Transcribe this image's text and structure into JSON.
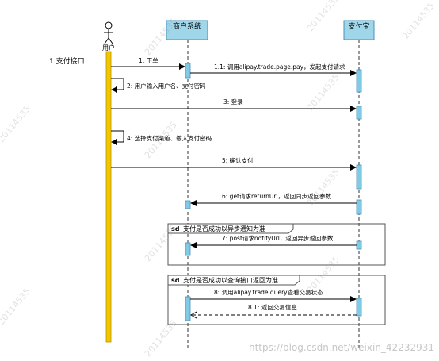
{
  "actors": {
    "user": "用户",
    "merchant": "商户系统",
    "alipay": "支付宝"
  },
  "section_label": "1.支付接口",
  "messages": {
    "m1": "1: 下单",
    "m11": "1.1: 调用alipay.trade.page.pay，发起支付请求",
    "m2": "2: 用户输入用户名、支付密码",
    "m3": "3:   登录",
    "m4": "4: 选择支付渠道、输入支付密码",
    "m5": "5: 确认支付",
    "m6": "6: get请求returnUrl，返回同步返回参数",
    "m7": "7: post请求notifyUrl，返回异步返回参数",
    "m8": "8: 调用alipay.trade.query查看交易状态",
    "m81": "8.1: 返回交易信息"
  },
  "fragments": {
    "f1_keyword": "sd",
    "f1_title": "支付是否成功以异步通知为准",
    "f2_keyword": "sd",
    "f2_title": "支付是否成功以查询接口返回为准"
  },
  "watermark": {
    "id": "20114535",
    "url": "https://blog.csdn.net/weixin_42232931"
  },
  "colors": {
    "actor_box": "#9fd6ea",
    "activation": "#7fcbe6",
    "user_lifeline": "#f2c500",
    "line": "#000000",
    "fragment_border": "#555555"
  }
}
